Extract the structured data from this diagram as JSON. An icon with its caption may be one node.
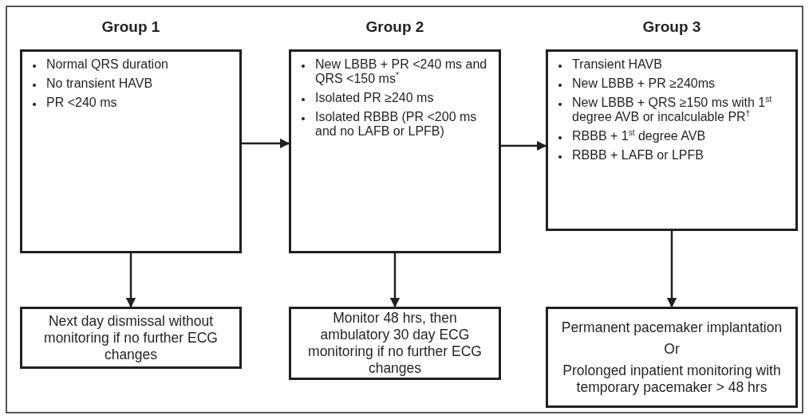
{
  "diagram": {
    "nodes": [
      {
        "text": [
          "Group 1",
          "Normal QRS duration",
          "No transient HAVB",
          "PR <240 ms"
        ]
      },
      {
        "text": [
          "Group 2",
          "New LBBB + PR <240 ms and QRS <150 ms$^{*}$",
          "Isolated PR ≥240 ms",
          "Isolated RBBB (PR <200 ms and no LAFB or LPFB)"
        ]
      },
      {
        "text": [
          "Group 3",
          "Transient HAVB",
          "New LBBB + PR ≥240ms",
          "New LBBB + QRS ≥150 ms with 1$^{st}$ degree AVB or incalculable PR$^{†}$",
          "RBBB + 1$^{st}$ degree AVB",
          "RBBB + LAFB or LPFB"
        ]
      },
      {
        "text": [
          "Next day dismissal without monitoring if no further ECG changes"
        ]
      },
      {
        "text": [
          "Monitor 48 hrs, then ambulatory 30 day ECG monitoring if no further ECG changes"
        ]
      },
      {
        "text": [
          "Permanent pacemaker implantation",
          "Or",
          "Prolonged inpatient monitoring with temporary pacemaker > 48 hrs"
        ]
      }
    ],
    "edges": [
      {
        "from": 0,
        "to": 1,
        "arrow": "to"
      },
      {
        "from": 1,
        "to": 2,
        "arrow": "to"
      },
      {
        "from": 0,
        "to": 3,
        "arrow": "to"
      },
      {
        "from": 1,
        "to": 4,
        "arrow": "to"
      },
      {
        "from": 2,
        "to": 5,
        "arrow": "to"
      }
    ]
  }
}
